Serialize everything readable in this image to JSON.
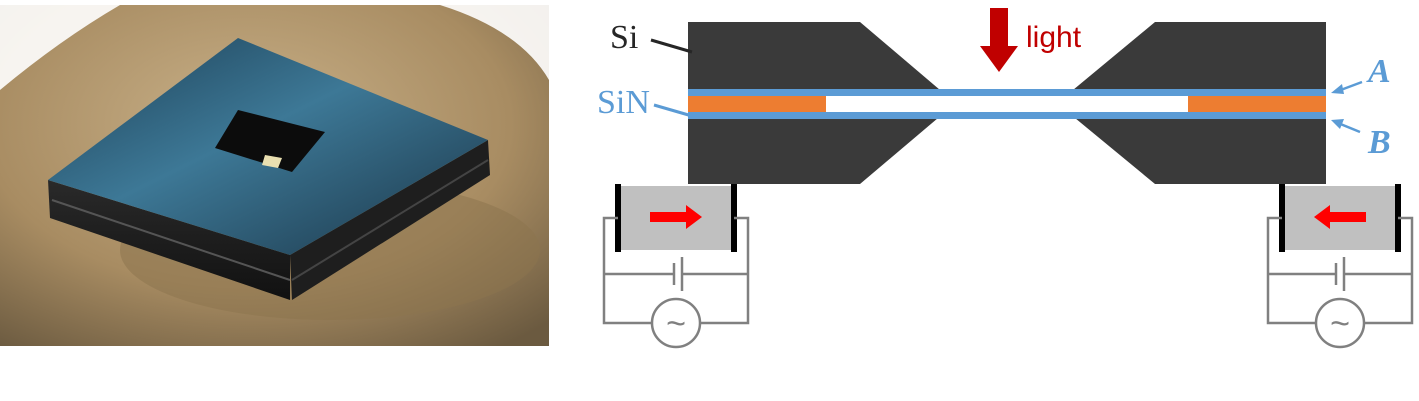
{
  "labels": {
    "si": "Si",
    "sin": "SiN",
    "light": "light",
    "a": "A",
    "b": "B",
    "ac_symbol_left": "~",
    "ac_symbol_right": "~"
  },
  "colors": {
    "silicon": "#3a3a3a",
    "sin_layer": "#5b9bd5",
    "orange_layer": "#ed7d31",
    "light_arrow": "#c00000",
    "actuator_body": "#c0c0c0",
    "actuator_arrow": "#ff0000",
    "circuit": "#808080",
    "label_blue": "#5b9bd5",
    "label_dark": "#262626",
    "photo_background": "#b49a6e",
    "chip_surface": "#2b5a73"
  },
  "icons": {
    "photo": "sample-chip-photo",
    "light_arrow": "arrow-down-icon",
    "left_actuator_arrow": "arrow-right-icon",
    "right_actuator_arrow": "arrow-left-icon",
    "battery": "battery-icon",
    "ac_source": "ac-source-icon"
  }
}
